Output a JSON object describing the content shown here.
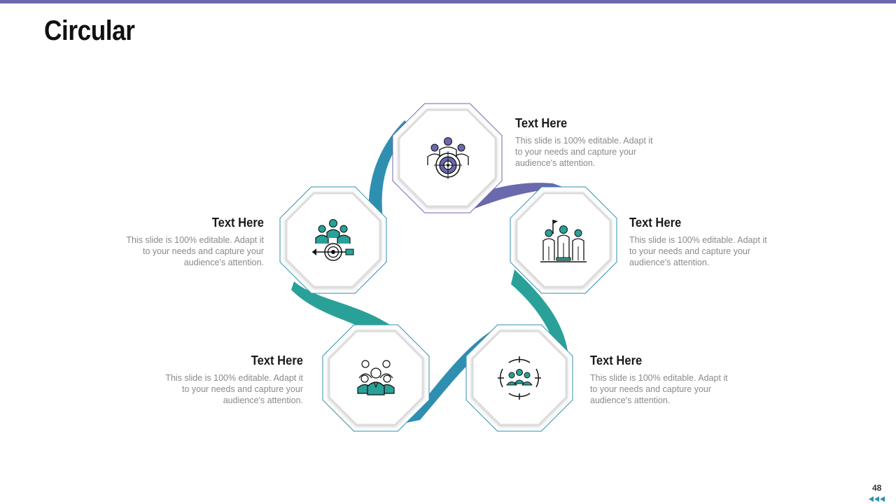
{
  "title": "Circular",
  "page_number": "48",
  "colors": {
    "accent_purple": "#6a69ae",
    "teal": "#2aa198",
    "blue_teal": "#2f8fb0"
  },
  "nodes": [
    {
      "id": "top",
      "icon": "team-target-icon",
      "heading": "Text Here",
      "body": "This slide is 100% editable. Adapt it to your needs and capture your audience's attention."
    },
    {
      "id": "right",
      "icon": "leader-flag-team-icon",
      "heading": "Text Here",
      "body": "This slide is 100% editable. Adapt it to your needs and capture your audience's attention."
    },
    {
      "id": "bottom-right",
      "icon": "crosshair-team-icon",
      "heading": "Text Here",
      "body": "This slide is 100% editable. Adapt it to your needs and capture your audience's attention."
    },
    {
      "id": "bottom-left",
      "icon": "group-icon",
      "heading": "Text Here",
      "body": "This slide is 100% editable. Adapt it to your needs and capture your audience's attention."
    },
    {
      "id": "left",
      "icon": "team-dart-target-icon",
      "heading": "Text Here",
      "body": "This slide is 100% editable. Adapt it to your needs and capture your audience's attention."
    }
  ]
}
